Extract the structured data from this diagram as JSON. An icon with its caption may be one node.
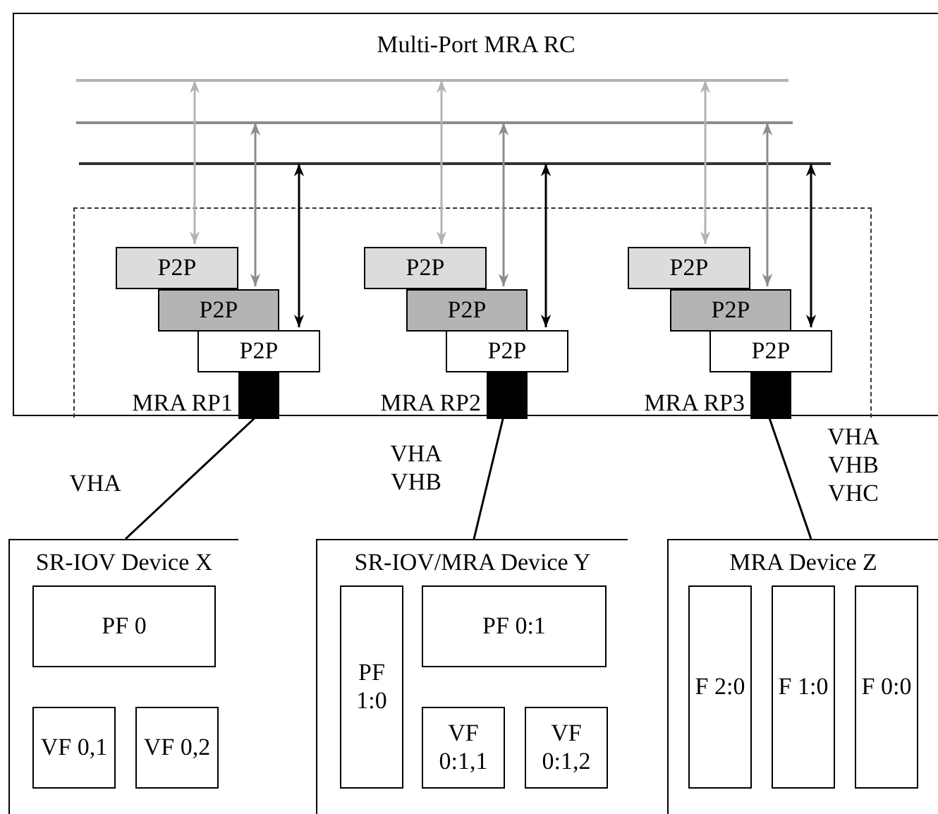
{
  "diagram": {
    "nodes": [
      {
        "text": [
          "Multi-Port MRA RC"
        ]
      },
      {
        "text": [],
        "shape": "bar",
        "in": 0
      },
      {
        "text": [],
        "shape": "bar",
        "in": 0
      },
      {
        "text": [],
        "shape": "bar",
        "in": 0
      },
      {
        "text": [],
        "shape": "box",
        "in": 0
      },
      {
        "text": [
          "P2P"
        ],
        "in": 4
      },
      {
        "text": [
          "P2P"
        ],
        "in": 4
      },
      {
        "text": [
          "P2P"
        ],
        "in": 4
      },
      {
        "text": [],
        "shape": "box",
        "in": 4,
        "beside": [
          "MRA RP1"
        ]
      },
      {
        "text": [
          "P2P"
        ],
        "in": 4
      },
      {
        "text": [
          "P2P"
        ],
        "in": 4
      },
      {
        "text": [
          "P2P"
        ],
        "in": 4
      },
      {
        "text": [],
        "shape": "box",
        "in": 4,
        "beside": [
          "MRA RP2"
        ]
      },
      {
        "text": [
          "P2P"
        ],
        "in": 4
      },
      {
        "text": [
          "P2P"
        ],
        "in": 4
      },
      {
        "text": [
          "P2P"
        ],
        "in": 4
      },
      {
        "text": [],
        "shape": "box",
        "in": 4,
        "beside": [
          "MRA RP3"
        ]
      },
      {
        "text": [
          "SR-IOV Device X"
        ]
      },
      {
        "text": [
          "PF 0"
        ],
        "in": 17
      },
      {
        "text": [
          "VF 0,1"
        ],
        "in": 17
      },
      {
        "text": [
          "VF 0,2"
        ],
        "in": 17
      },
      {
        "text": [
          "SR-IOV/MRA Device Y"
        ]
      },
      {
        "text": [
          "PF 1:0"
        ],
        "in": 21
      },
      {
        "text": [
          "PF 0:1"
        ],
        "in": 21
      },
      {
        "text": [
          "VF 0:1,1"
        ],
        "in": 21
      },
      {
        "text": [
          "VF 0:1,2"
        ],
        "in": 21
      },
      {
        "text": [
          "MRA Device Z"
        ]
      },
      {
        "text": [
          "F 2:0"
        ],
        "in": 26
      },
      {
        "text": [
          "F 1:0"
        ],
        "in": 26
      },
      {
        "text": [
          "F 0:0"
        ],
        "in": 26
      }
    ],
    "edges": [
      {
        "from": 1,
        "to": 5,
        "arrow": "both",
        "color": "#b3b3b3"
      },
      {
        "from": 2,
        "to": 6,
        "arrow": "both",
        "color": "#8c8c8c"
      },
      {
        "from": 3,
        "to": 7,
        "arrow": "both"
      },
      {
        "from": 1,
        "to": 9,
        "arrow": "both",
        "color": "#b3b3b3"
      },
      {
        "from": 2,
        "to": 10,
        "arrow": "both",
        "color": "#8c8c8c"
      },
      {
        "from": 3,
        "to": 11,
        "arrow": "both"
      },
      {
        "from": 1,
        "to": 13,
        "arrow": "both",
        "color": "#b3b3b3"
      },
      {
        "from": 2,
        "to": 14,
        "arrow": "both",
        "color": "#8c8c8c"
      },
      {
        "from": 3,
        "to": 15,
        "arrow": "both"
      },
      {
        "from": 8,
        "to": 17,
        "arrow": "none",
        "label": "VHA"
      },
      {
        "from": 12,
        "to": 21,
        "arrow": "none",
        "label": "VHA VHB"
      },
      {
        "from": 16,
        "to": 26,
        "arrow": "none",
        "label": "VHA VHB VHC"
      }
    ]
  }
}
